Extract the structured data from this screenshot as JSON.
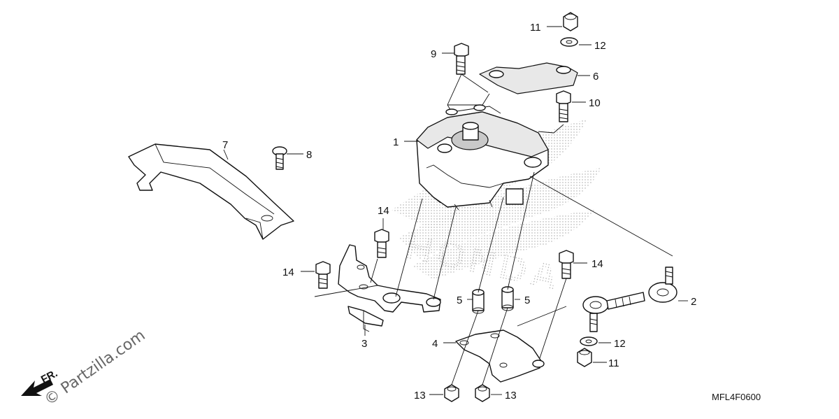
{
  "callouts": [
    {
      "id": "c1",
      "text": "1"
    },
    {
      "id": "c2",
      "text": "2"
    },
    {
      "id": "c3",
      "text": "3"
    },
    {
      "id": "c4",
      "text": "4"
    },
    {
      "id": "c5a",
      "text": "5"
    },
    {
      "id": "c5b",
      "text": "5"
    },
    {
      "id": "c6",
      "text": "6"
    },
    {
      "id": "c7",
      "text": "7"
    },
    {
      "id": "c8",
      "text": "8"
    },
    {
      "id": "c9",
      "text": "9"
    },
    {
      "id": "c10",
      "text": "10"
    },
    {
      "id": "c11a",
      "text": "11"
    },
    {
      "id": "c11b",
      "text": "11"
    },
    {
      "id": "c12a",
      "text": "12"
    },
    {
      "id": "c12b",
      "text": "12"
    },
    {
      "id": "c13a",
      "text": "13"
    },
    {
      "id": "c13b",
      "text": "13"
    },
    {
      "id": "c14a",
      "text": "14"
    },
    {
      "id": "c14b",
      "text": "14"
    },
    {
      "id": "c14c",
      "text": "14"
    }
  ],
  "diagram_code": "MFL4F0600",
  "front_indicator": "FR.",
  "watermark": "© Partzilla.com",
  "background_logo": "HONDA"
}
